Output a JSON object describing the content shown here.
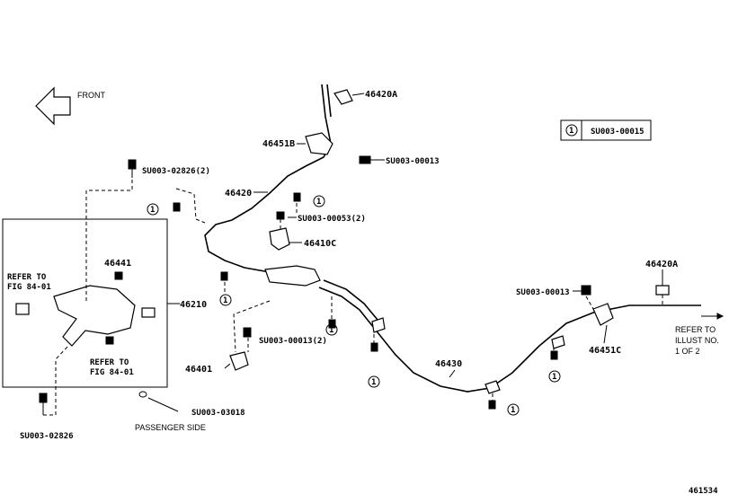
{
  "labels": {
    "front": "FRONT",
    "p46420a_top": "46420A",
    "p46451b": "46451B",
    "p46420": "46420",
    "su0003_00013_top": "SU003-00013",
    "su0003_02826_2": "SU003-02826(2)",
    "su0003_00053_2": "SU003-00053(2)",
    "p46410c": "46410C",
    "p46441": "46441",
    "p46210": "46210",
    "refer_a": "REFER TO",
    "fig_a": "FIG 84-01",
    "refer_b": "REFER TO",
    "fig_b": "FIG 84-01",
    "su0003_00013_2": "SU003-00013(2)",
    "p46401": "46401",
    "su0003_03018": "SU003-03018",
    "passenger_side": "PASSENGER SIDE",
    "su0003_02826": "SU003-02826",
    "p46430": "46430",
    "su0003_00013_right": "SU003-00013",
    "p46420a_right": "46420A",
    "p46451c": "46451C",
    "refer_to_illust": "REFER TO",
    "illust_no": "ILLUST NO.",
    "illust_of": "1 OF 2",
    "legend_num": "1",
    "legend_part": "SU003-00015",
    "fig_number": "461534"
  },
  "callout_marker": "1"
}
